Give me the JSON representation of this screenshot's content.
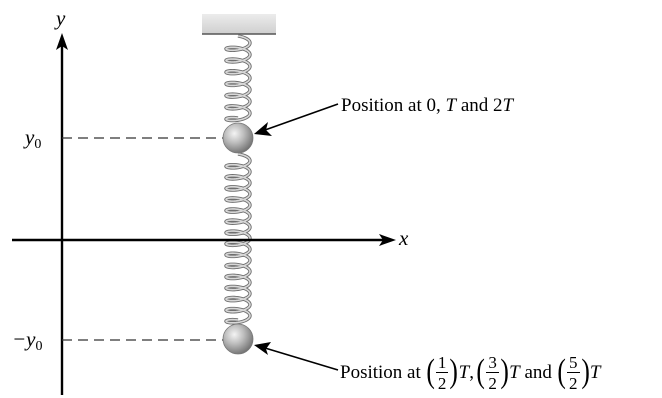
{
  "axes": {
    "x_label": "x",
    "y_label": "y"
  },
  "levels": {
    "y0_var": "y",
    "y0_sub": "0",
    "neg_y0_var": "−y",
    "neg_y0_sub": "0"
  },
  "annotation_top": {
    "prefix": "Position at 0, ",
    "T1": "T",
    "middle": " and 2",
    "T2": "T"
  },
  "annotation_bottom": {
    "prefix": "Position at ",
    "frac1": {
      "num": "1",
      "den": "2"
    },
    "frac2": {
      "num": "3",
      "den": "2"
    },
    "frac3": {
      "num": "5",
      "den": "2"
    },
    "T": "T",
    "comma": ",",
    "and": " and ",
    "lparen": "(",
    "rparen": ")"
  },
  "colors": {
    "ceiling": "#dcdcdc",
    "spring": "#9a9a9a",
    "mass_highlight": "#f4f4f4",
    "mass_shadow": "#6e6e6e"
  }
}
